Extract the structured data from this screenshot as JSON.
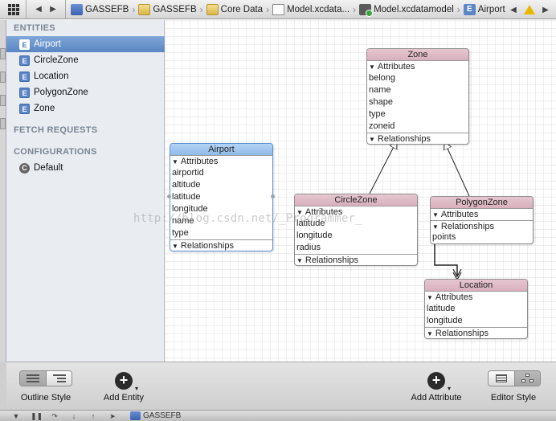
{
  "jumpbar": {
    "crumbs": [
      {
        "label": "GASSEFB",
        "icon": "project-icon"
      },
      {
        "label": "GASSEFB",
        "icon": "folder-icon"
      },
      {
        "label": "Core Data",
        "icon": "folder-icon"
      },
      {
        "label": "Model.xcdata...",
        "icon": "file-icon"
      },
      {
        "label": "Model.xcdatamodel",
        "icon": "model-icon"
      },
      {
        "label": "Airport",
        "icon": "entity-icon"
      }
    ],
    "entity_badge": "E"
  },
  "sidebar": {
    "entities_header": "ENTITIES",
    "entities": [
      {
        "label": "Airport",
        "badge": "E",
        "selected": true
      },
      {
        "label": "CircleZone",
        "badge": "E"
      },
      {
        "label": "Location",
        "badge": "E"
      },
      {
        "label": "PolygonZone",
        "badge": "E"
      },
      {
        "label": "Zone",
        "badge": "E"
      }
    ],
    "fetch_header": "FETCH REQUESTS",
    "config_header": "CONFIGURATIONS",
    "configurations": [
      {
        "label": "Default",
        "badge": "C"
      }
    ]
  },
  "diagram": {
    "zone": {
      "name": "Zone",
      "attributes_label": "Attributes",
      "attributes": [
        "belong",
        "name",
        "shape",
        "type",
        "zoneid"
      ],
      "relationships_label": "Relationships"
    },
    "airport": {
      "name": "Airport",
      "attributes_label": "Attributes",
      "attributes": [
        "airportid",
        "altitude",
        "latitude",
        "longitude",
        "name",
        "type"
      ],
      "relationships_label": "Relationships"
    },
    "circlezone": {
      "name": "CircleZone",
      "attributes_label": "Attributes",
      "attributes": [
        "latitude",
        "longitude",
        "radius"
      ],
      "relationships_label": "Relationships"
    },
    "polygonzone": {
      "name": "PolygonZone",
      "attributes_label": "Attributes",
      "relationships_label": "Relationships",
      "relationships": [
        "points"
      ]
    },
    "location": {
      "name": "Location",
      "attributes_label": "Attributes",
      "attributes": [
        "latitude",
        "longitude"
      ],
      "relationships_label": "Relationships"
    }
  },
  "watermark": "http://blog.csdn.net/_Programmer_",
  "bottombar": {
    "outline_style": "Outline Style",
    "add_entity": "Add Entity",
    "add_attribute": "Add Attribute",
    "editor_style": "Editor Style",
    "plus": "+"
  },
  "debugbar": {
    "project": "GASSEFB"
  }
}
